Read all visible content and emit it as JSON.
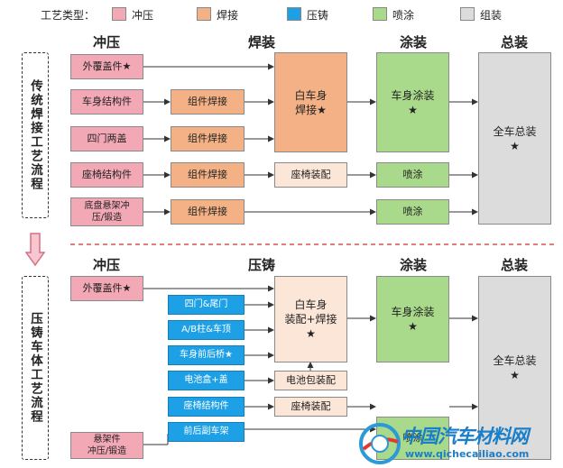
{
  "legend": {
    "title": "工艺类型：",
    "items": [
      {
        "label": "冲压",
        "color": "#f3a8b6"
      },
      {
        "label": "焊接",
        "color": "#f4b186"
      },
      {
        "label": "压铸",
        "color": "#1ea0e6"
      },
      {
        "label": "喷涂",
        "color": "#a9d98a"
      },
      {
        "label": "组装",
        "color": "#dcdcdc"
      }
    ]
  },
  "top": {
    "side_label": "传统焊接工艺流程",
    "headers": {
      "c1": "冲压",
      "c2": "焊装",
      "c3": "涂装",
      "c4": "总装"
    },
    "stamp": [
      "外覆盖件★",
      "车身结构件",
      "四门两盖",
      "座椅结构件",
      "底盘悬架冲\n压/锻造"
    ],
    "weld": [
      "组件焊接",
      "组件焊接",
      "组件焊接",
      "组件焊接"
    ],
    "biw": "白车身\n焊接★",
    "seat_assembly": "座椅装配",
    "paint_body": "车身涂装\n★",
    "spray1": "喷涂",
    "spray2": "喷涂",
    "final": "全车总装\n★"
  },
  "bottom": {
    "side_label": "压铸车体工艺流程",
    "headers": {
      "c1": "冲压",
      "c2": "压铸",
      "c3": "涂装",
      "c4": "总装"
    },
    "stamp_outer": "外覆盖件★",
    "stamp_susp": "悬架件\n冲压/锻造",
    "cast": [
      "四门&尾门",
      "A/B柱&车顶",
      "车身前后桥★",
      "电池盒+盖",
      "座椅结构件",
      "前后副车架"
    ],
    "biw": "白车身\n装配+焊接\n★",
    "battery_pack": "电池包装配",
    "seat_assembly": "座椅装配",
    "paint_body": "车身涂装\n★",
    "spray": "喷涂",
    "final": "全车总装\n★"
  },
  "watermark": {
    "main": "中国汽车材料网",
    "sub": "www.qichecailiao.com"
  },
  "colors": {
    "divider": "#d9534f",
    "arrow": "#333333"
  }
}
